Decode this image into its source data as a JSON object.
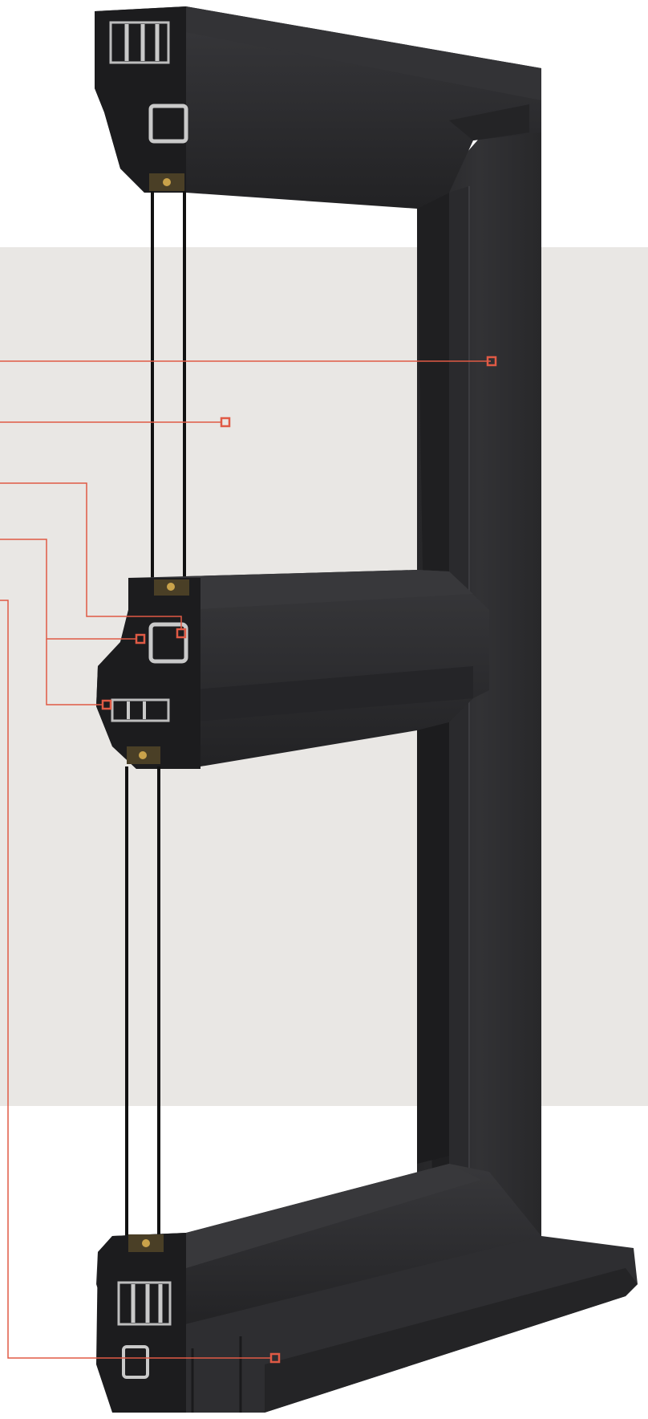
{
  "image": {
    "subject": "window-frame-cross-section",
    "colors": {
      "background": "#ffffff",
      "panel": "#e9e7e4",
      "frame": "#2c2c2e",
      "frame_shadow": "#1f1f21",
      "frame_highlight": "#3a3a3d",
      "glass_edge": "#111111",
      "spacer": "#5a4b2a",
      "reinforcement": "#c9c9c9",
      "callout": "#e05a45"
    }
  },
  "callouts": [
    {
      "id": "callout-1",
      "name": "frame-face-callout",
      "icon": "square-marker-icon"
    },
    {
      "id": "callout-2",
      "name": "glazing-callout",
      "icon": "square-marker-icon"
    },
    {
      "id": "callout-3",
      "name": "transom-reinforcement-callout",
      "icon": "square-marker-icon"
    },
    {
      "id": "callout-4",
      "name": "transom-chamber-callout",
      "icon": "square-marker-icon"
    },
    {
      "id": "callout-5",
      "name": "sash-reinforcement-callout",
      "icon": "square-marker-icon"
    },
    {
      "id": "callout-6",
      "name": "sill-chamber-callout",
      "icon": "square-marker-icon"
    }
  ]
}
